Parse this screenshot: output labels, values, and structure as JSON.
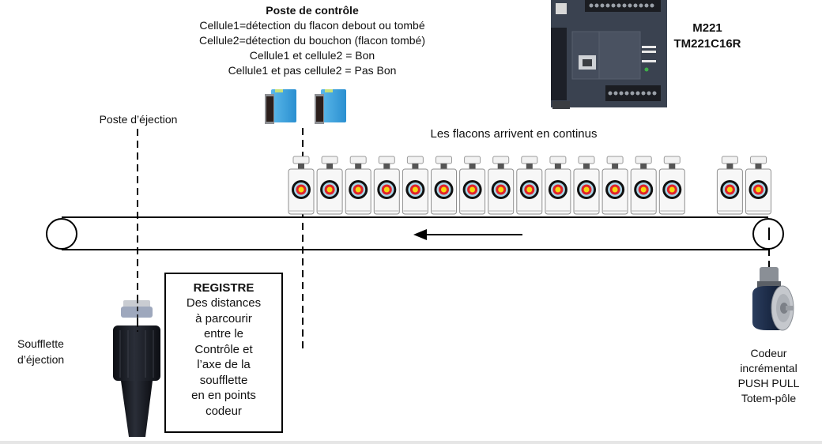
{
  "control_post": {
    "title": "Poste de contrôle",
    "lines": [
      "Cellule1=détection du flacon debout ou tombé",
      "Cellule2=détection du bouchon (flacon tombé)",
      "Cellule1 et cellule2 = Bon",
      "Cellule1 et pas cellule2 = Pas Bon"
    ],
    "sensors": [
      "cellule1",
      "cellule2"
    ],
    "sensor_color": "#3a9fd8"
  },
  "plc": {
    "model_line1": "M221",
    "model_line2": "TM221C16R"
  },
  "ejection_post": {
    "label": "Poste d’éjection"
  },
  "conveyor": {
    "flow_label": "Les flacons arrivent en continus",
    "direction": "left",
    "bottle_count": 16,
    "bottle_groups": [
      14,
      2
    ]
  },
  "blower": {
    "label_line1": "Soufflette",
    "label_line2": "d’éjection"
  },
  "register": {
    "title": "REGISTRE",
    "lines": [
      "Des distances",
      "à parcourir",
      "entre le",
      "Contrôle et",
      "l’axe de la",
      "soufflette",
      "en en points",
      "codeur"
    ]
  },
  "encoder": {
    "lines": [
      "Codeur",
      "incrémental",
      "PUSH PULL",
      "Totem-pôle"
    ]
  },
  "target_colors": {
    "outer": "#111111",
    "ring_light": "#a9d6e8",
    "ring_red": "#e0232a",
    "center": "#f5d60f"
  }
}
